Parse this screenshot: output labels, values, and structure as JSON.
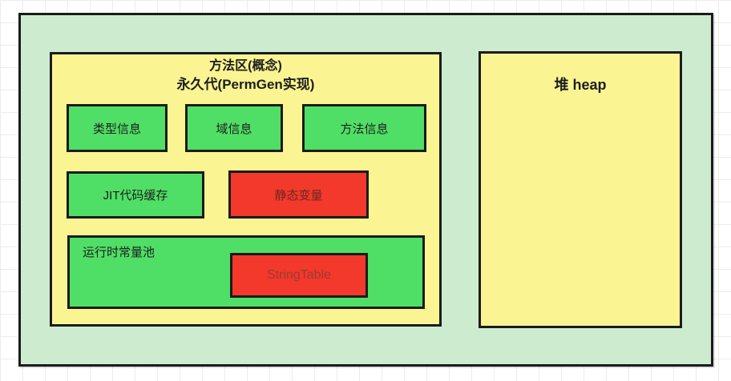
{
  "diagram": {
    "permgen": {
      "title_line1": "方法区(概念)",
      "title_line2": "永久代(PermGen实现)",
      "type_info": "类型信息",
      "field_info": "域信息",
      "method_info": "方法信息",
      "jit_cache": "JIT代码缓存",
      "static_vars": "静态变量",
      "runtime_pool": "运行时常量池",
      "string_table": "StringTable"
    },
    "heap": {
      "title": "堆 heap"
    },
    "colors": {
      "container-green": "#cdeccf",
      "box-yellow": "#faf492",
      "box-green": "#50df66",
      "box-red": "#f2392c",
      "border-dark": "#1b1b1b",
      "text-dark": "#1e1e1e",
      "red-box-text-dark": "#6d2820",
      "red-box-text": "#9c3a2e"
    }
  }
}
